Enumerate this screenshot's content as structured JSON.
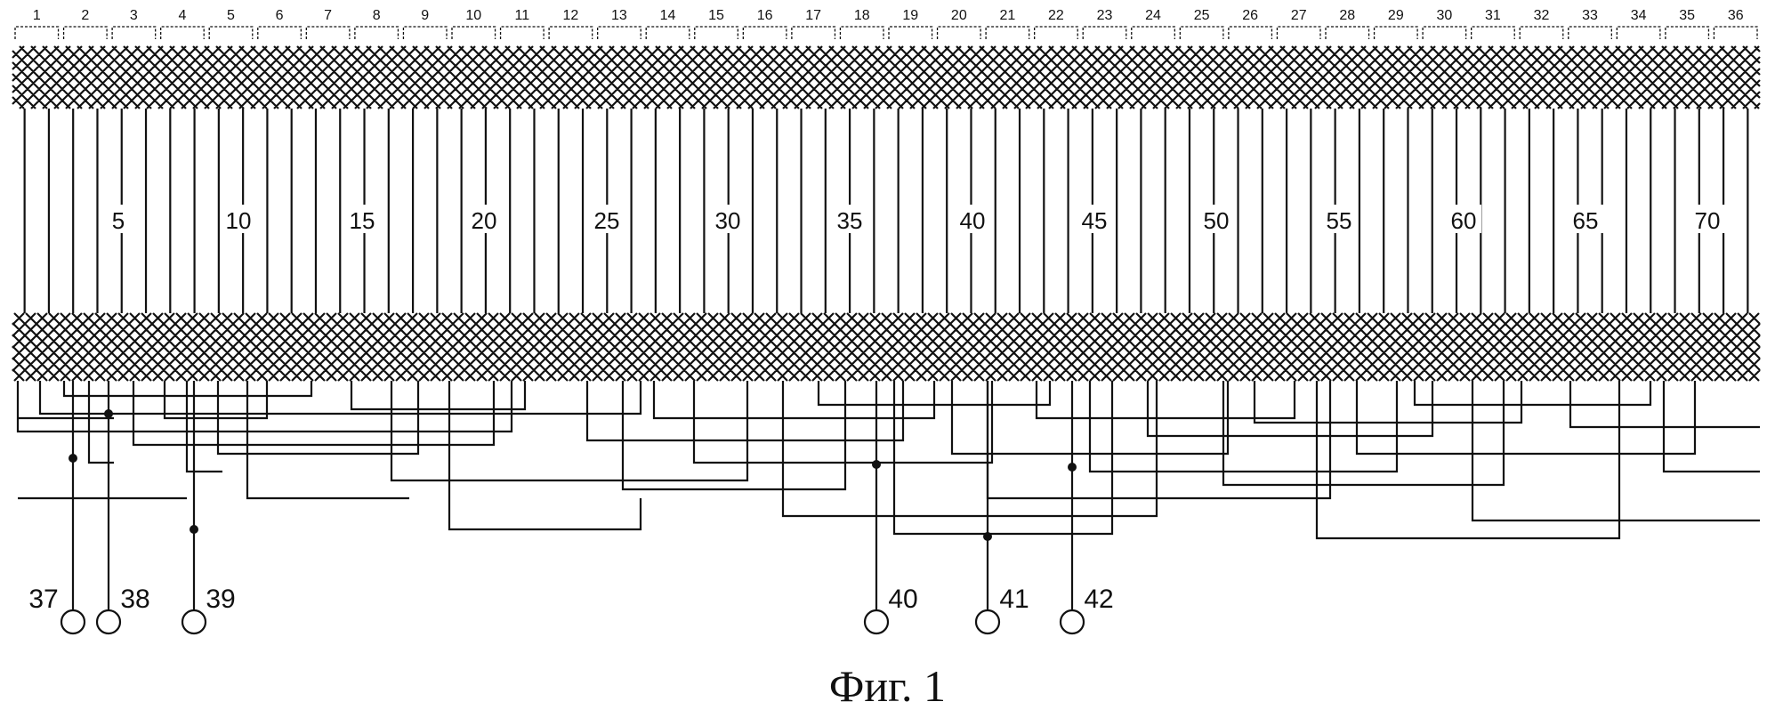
{
  "figure": {
    "caption": "Фиг. 1",
    "group_labels": [
      "1",
      "2",
      "3",
      "4",
      "5",
      "6",
      "7",
      "8",
      "9",
      "10",
      "11",
      "12",
      "13",
      "14",
      "15",
      "16",
      "17",
      "18",
      "19",
      "20",
      "21",
      "22",
      "23",
      "24",
      "25",
      "26",
      "27",
      "28",
      "29",
      "30",
      "31",
      "32",
      "33",
      "34",
      "35",
      "36"
    ],
    "slot_labels": [
      "5",
      "10",
      "15",
      "20",
      "25",
      "30",
      "35",
      "40",
      "45",
      "50",
      "55",
      "60",
      "65",
      "70"
    ],
    "terminals": [
      "37",
      "38",
      "39",
      "40",
      "41",
      "42"
    ],
    "colors": {
      "line": "#111111",
      "background": "#ffffff"
    }
  }
}
